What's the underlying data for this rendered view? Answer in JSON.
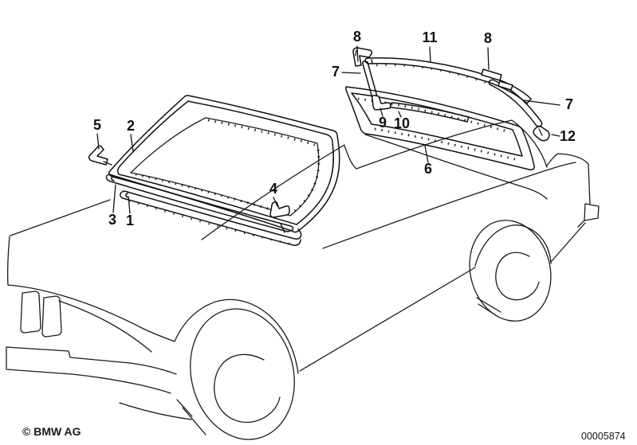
{
  "page": {
    "background": "#ffffff",
    "line_color": "#1a1a1a"
  },
  "footer": {
    "copyright": "© BMW AG",
    "drawing_number": "00005874"
  },
  "callouts": [
    {
      "part": "5"
    },
    {
      "part": "2"
    },
    {
      "part": "3"
    },
    {
      "part": "1"
    },
    {
      "part": "4"
    },
    {
      "part": "8"
    },
    {
      "part": "11"
    },
    {
      "part": "8"
    },
    {
      "part": "7"
    },
    {
      "part": "9"
    },
    {
      "part": "10"
    },
    {
      "part": "6"
    },
    {
      "part": "7"
    },
    {
      "part": "12"
    }
  ]
}
